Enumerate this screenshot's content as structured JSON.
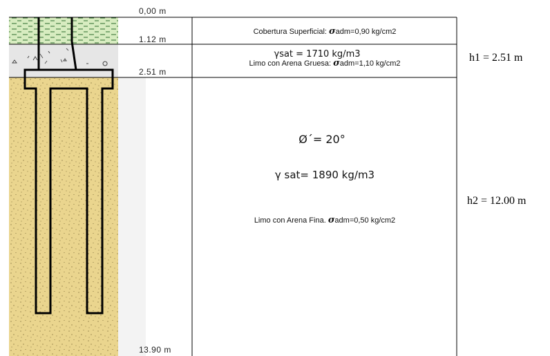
{
  "depths": {
    "d0": "0,00  m",
    "d1": "1.12  m",
    "d2": "2.51  m",
    "d3": "13.90  m"
  },
  "layers": [
    {
      "pre": "Cobertura Superficial: ",
      "symbol": "σ",
      "post": "adm=0,90 kg/cm2",
      "color": "#d7ecc0"
    },
    {
      "gamma": "γsat = 1710 kg/m3",
      "pre": "Limo con Arena Gruesa: ",
      "symbol": "σ",
      "post": "adm=1,10 kg/cm2",
      "color": "#e6e6e6"
    },
    {
      "phi": "Ø´= 20°",
      "gamma": "γ sat= 1890 kg/m3",
      "pre": "Limo con Arena Fina. ",
      "symbol": "σ",
      "post": "adm=0,50 kg/cm2",
      "color": "#ead58e"
    }
  ],
  "heights": {
    "h1": "h1 = 2.51 m",
    "h2": "h2 = 12.00 m"
  }
}
